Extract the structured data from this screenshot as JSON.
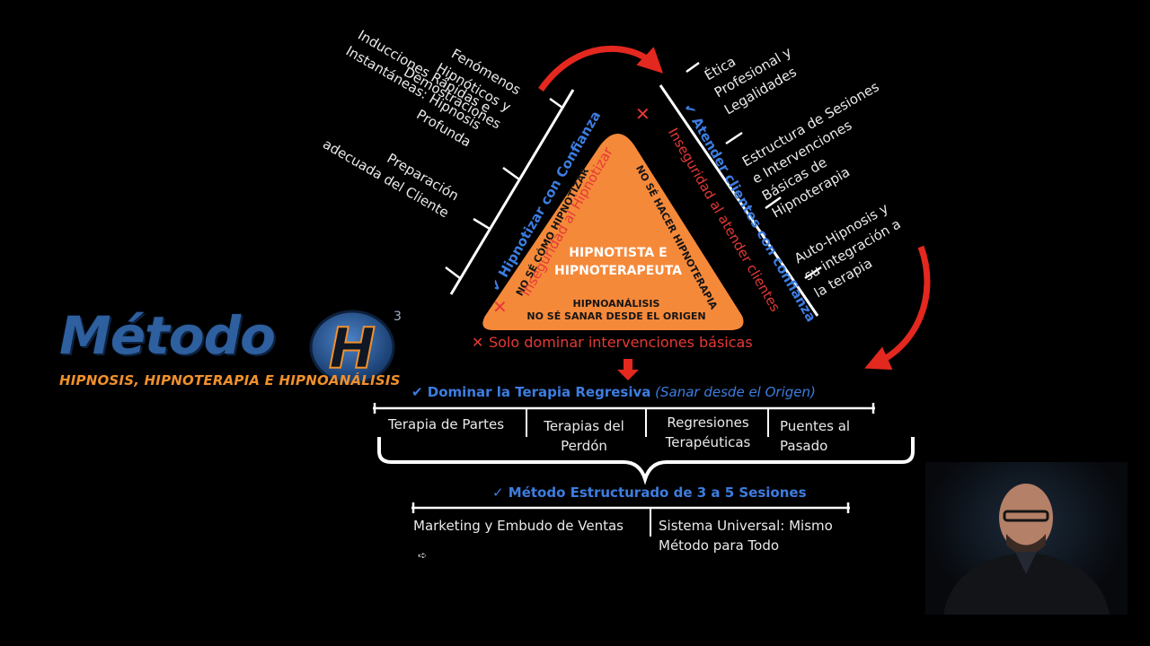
{
  "logo": {
    "word": "Método",
    "letter": "H",
    "exponent": "3",
    "subtitle": "HIPNOSIS, HIPNOTERAPIA E HIPNOANÁLISIS"
  },
  "triangle": {
    "title_line1": "HIPNOTISTA E",
    "title_line2": "HIPNOTERAPEUTA",
    "sub_line1": "HIPNOANÁLISIS",
    "sub_line2": "NO SÉ SANAR DESDE EL ORIGEN",
    "left_inner": "NO SÉ CÓMO HIPNOTIZAR",
    "right_inner": "NO SÉ HACER HIPNOTERAPIA"
  },
  "left_side": {
    "positive": "✔ Hipnotizar con Confianza",
    "negative": "Inseguridad al Hipnotizar",
    "items": [
      [
        "Fenómenos",
        "Hipnóticos y",
        "Demostraciones"
      ],
      [
        "Inducciones Rápidas e",
        "Instantáneas: Hipnosis",
        "Profunda"
      ],
      [
        "Preparación",
        "adecuada del Cliente"
      ]
    ]
  },
  "right_side": {
    "positive": "✔ Atender clientes con confianza",
    "negative": "Inseguridad al atender clientes",
    "items": [
      [
        "Ética",
        "Profesional y",
        "Legalidades"
      ],
      [
        "Estructura de Sesiones",
        "e Intervenciones",
        "Básicas de",
        "Hipnoterapia"
      ],
      [
        "Auto-Hipnosis y",
        "su integración a",
        "la terapia"
      ]
    ]
  },
  "base_negative": "Solo dominar intervenciones básicas",
  "regresiva": {
    "title": "✔ Dominar la Terapia Regresiva",
    "subtitle": "(Sanar desde el Origen)",
    "items": [
      [
        "Terapia de Partes"
      ],
      [
        "Terapias del",
        "Perdón"
      ],
      [
        "Regresiones",
        "Terapéuticas"
      ],
      [
        "Puentes al",
        "Pasado"
      ]
    ]
  },
  "metodo": {
    "title": "✓ Método Estructurado de 3 a 5 Sesiones",
    "items": [
      [
        "Marketing y Embudo de Ventas"
      ],
      [
        "Sistema Universal: Mismo",
        "Método para Todo"
      ]
    ]
  },
  "colors": {
    "orange": "#f5893a",
    "blue": "#3d7de0",
    "red": "#e53935",
    "white": "#ffffff"
  },
  "icons": {
    "cross": "cross-icon",
    "check": "check-icon",
    "cursor": "cursor-icon"
  }
}
